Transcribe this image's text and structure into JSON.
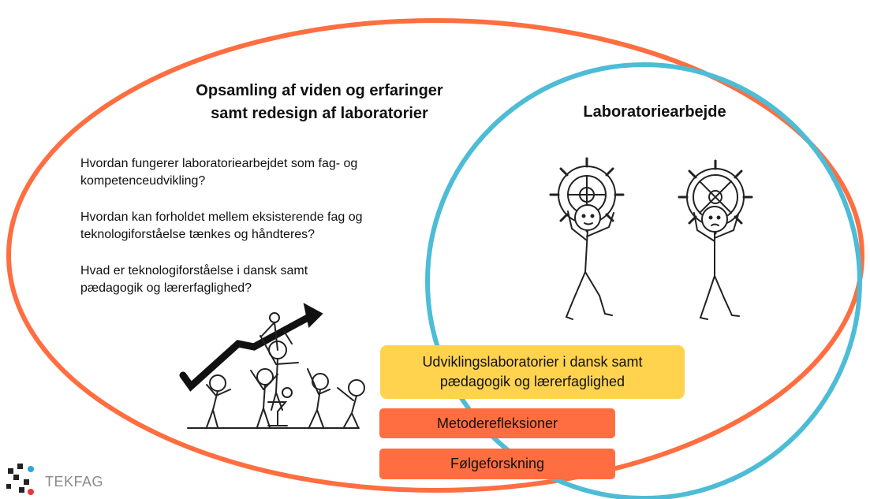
{
  "diagram": {
    "outer_title": [
      "Opsamling  af viden og erfaringer",
      "samt redesign  af laboratorier"
    ],
    "inner_title": "Laboratoriearbejde",
    "questions": [
      [
        "Hvordan fungerer laboratoriearbejdet som fag- og",
        "kompetenceudvikling?"
      ],
      [
        "Hvordan kan forholdet mellem eksisterende fag og",
        "teknologiforståelse tænkes og håndteres?"
      ],
      [
        "Hvad er teknologiforståelse i dansk samt",
        "pædagogik og lærerfaglighed?"
      ]
    ],
    "boxes": {
      "udvikling": [
        "Udviklingslaboratorier i dansk samt",
        "pædagogik og lærerfaglighed"
      ],
      "metode": "Metoderefleksioner",
      "folge": "Følgeforskning"
    }
  },
  "logo": {
    "text": "TEKFAG",
    "icon": "tekfag-logo-icon"
  },
  "illustrations": {
    "gears": "two-stick-figures-carrying-gears-icon",
    "team": "team-pushing-growth-arrow-icon"
  },
  "colors": {
    "outer_ellipse": "#ff6e40",
    "inner_ellipse": "#4dbcd6",
    "yellow_box": "#ffd34e",
    "orange_box": "#ff6e40",
    "logo_text": "#8a8a8a"
  }
}
